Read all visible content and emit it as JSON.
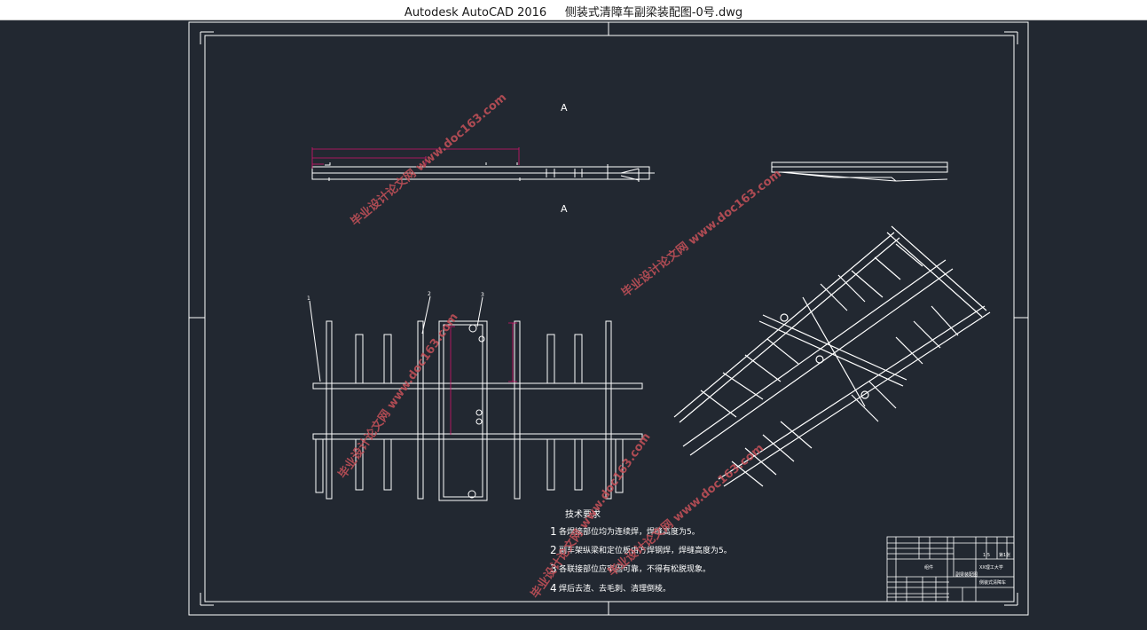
{
  "window": {
    "app_title": "Autodesk AutoCAD 2016",
    "document_name": "侧装式清障车副梁装配图-0号.dwg"
  },
  "colors": {
    "background": "#222831",
    "line": "#ffffff",
    "dimension": "#d4146c",
    "watermark": "#c8525a"
  },
  "drawing": {
    "section_labels": [
      "A",
      "A"
    ],
    "part_balloons": [
      "1",
      "2",
      "3"
    ],
    "technical_requirements": {
      "heading": "技术要求",
      "items": [
        {
          "num": "1",
          "text": "各焊接部位均为连续焊，焊缝高度为5。"
        },
        {
          "num": "2",
          "text": "副车架纵梁和定位板由方焊钢焊，焊缝高度为5。"
        },
        {
          "num": "3",
          "text": "各联接部位应牢固可靠，不得有松脱现象。"
        },
        {
          "num": "4",
          "text": "焊后去渣、去毛刺、清理倒棱。"
        }
      ]
    },
    "title_block": {
      "drawing_name": "副梁装配图",
      "school": "XX理工大学",
      "designation": "侧装式清障车",
      "material": "组件",
      "scale": "1:5",
      "sheet": "第1张"
    },
    "watermarks": [
      "毕业设计论文网 www.doc163.com",
      "毕业设计论文网 www.doc163.com",
      "毕业设计论文网 www.doc163.com",
      "毕业设计论文网 www.doc163.com",
      "毕业设计论文网 www.doc163.com"
    ]
  }
}
